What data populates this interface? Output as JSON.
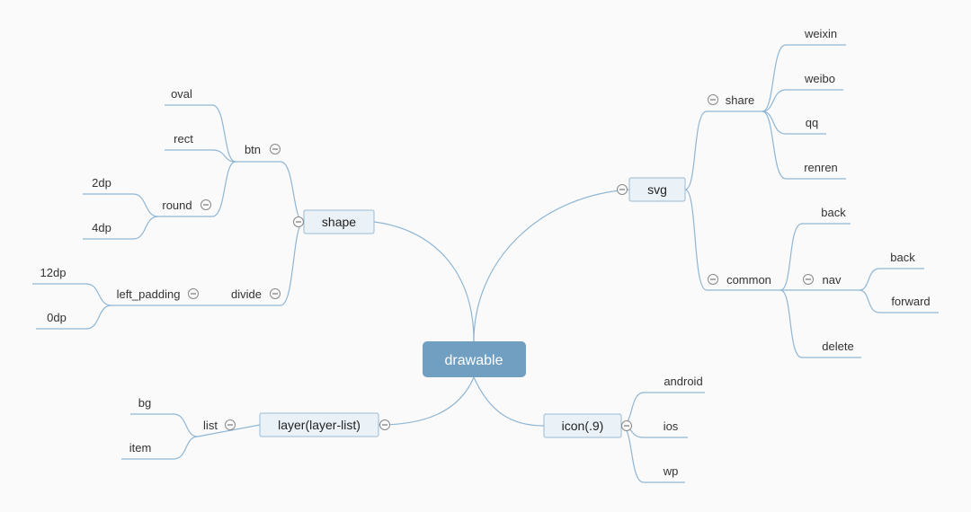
{
  "root": {
    "label": "drawable"
  },
  "shape": {
    "label": "shape",
    "btn": {
      "label": "btn",
      "children": [
        "oval",
        "rect"
      ]
    },
    "round": {
      "label": "round",
      "children": [
        "2dp",
        "4dp"
      ]
    },
    "divide": {
      "label": "divide"
    },
    "left_padding": {
      "label": "left_padding",
      "children": [
        "12dp",
        "0dp"
      ]
    }
  },
  "layer": {
    "label": "layer(layer-list)",
    "list": {
      "label": "list",
      "children": [
        "bg",
        "item"
      ]
    }
  },
  "svg": {
    "label": "svg",
    "share": {
      "label": "share",
      "children": [
        "weixin",
        "weibo",
        "qq",
        "renren"
      ]
    },
    "common": {
      "label": "common",
      "back": "back",
      "delete": "delete"
    },
    "nav": {
      "label": "nav",
      "children": [
        "back",
        "forward"
      ]
    }
  },
  "icon": {
    "label": "icon(.9)",
    "children": [
      "android",
      "ios",
      "wp"
    ]
  },
  "colors": {
    "root_fill": "#719fc2",
    "box_fill": "#eaf2f8",
    "box_stroke": "#9ab9d2",
    "line": "#8fb6d4"
  }
}
